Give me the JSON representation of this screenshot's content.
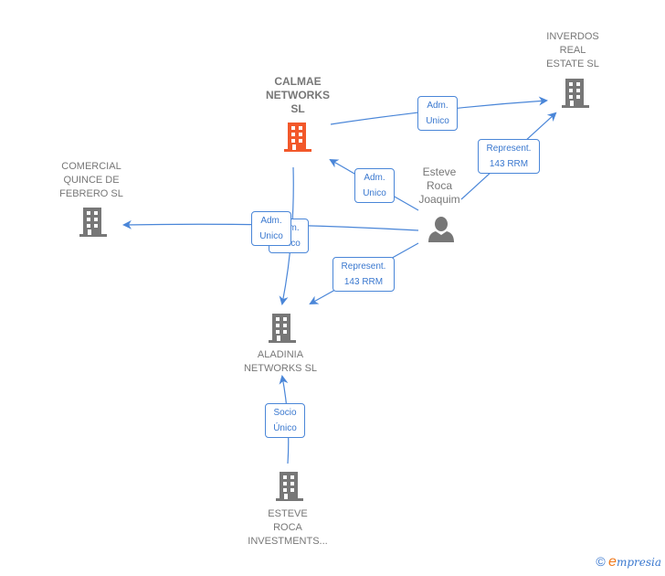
{
  "colors": {
    "edge": "#4a86d8",
    "node_default": "#777777",
    "node_highlight": "#f2582a",
    "label_text": "#777777"
  },
  "nodes": {
    "inverdos": {
      "label": "INVERDOS\nREAL\nESTATE  SL",
      "icon": "building-icon"
    },
    "calmae": {
      "label": "CALMAE\nNETWORKS\nSL",
      "icon": "building-icon",
      "highlight": true
    },
    "comercial": {
      "label": "COMERCIAL\nQUINCE DE\nFEBRERO SL",
      "icon": "building-icon"
    },
    "esteve_person": {
      "label": "Esteve\nRoca\nJoaquim",
      "icon": "person-icon"
    },
    "aladinia": {
      "label": "ALADINIA\nNETWORKS SL",
      "icon": "building-icon"
    },
    "esteve_inv": {
      "label": "ESTEVE\nROCA\nINVESTMENTS...",
      "icon": "building-icon"
    }
  },
  "edges": [
    {
      "id": "calmae-inverdos",
      "label": "Adm.\nUnico"
    },
    {
      "id": "person-inverdos",
      "label": "Represent.\n143 RRM"
    },
    {
      "id": "person-calmae",
      "label": "Adm.\nUnico"
    },
    {
      "id": "person-comercial",
      "label": "Adm.\nUnico"
    },
    {
      "id": "calmae-aladinia",
      "label": "Adm.\nUnico"
    },
    {
      "id": "person-aladinia",
      "label": "Represent.\n143 RRM"
    },
    {
      "id": "esteveinv-aladinia",
      "label": "Socio\nÚnico"
    }
  ],
  "footer": {
    "copyright": "©",
    "brand_initial": "e",
    "brand_rest": "mpresia"
  }
}
